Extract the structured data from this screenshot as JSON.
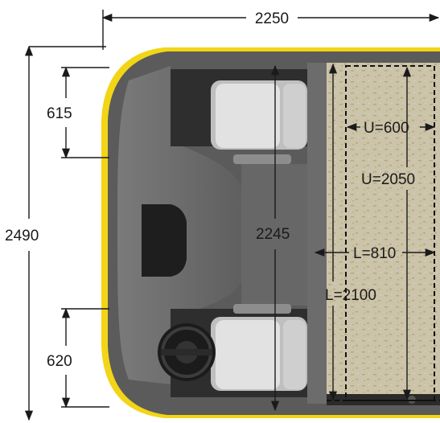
{
  "dimensions": {
    "overall_width": "2250",
    "overall_length": "2490",
    "front_clearance": "615",
    "rear_clearance": "620",
    "cabin_length": "2245",
    "upper_width": "U=600",
    "upper_length": "U=2050",
    "lower_width": "L=810",
    "lower_length": "L=2100"
  },
  "colors": {
    "bumper": "#f2d516",
    "body": "#5b5b5b",
    "dash": "#6e6e6e",
    "seat": "#d9d9d9",
    "cargo_floor": "#c9c1a8",
    "dim_line": "#1a1a1a"
  }
}
